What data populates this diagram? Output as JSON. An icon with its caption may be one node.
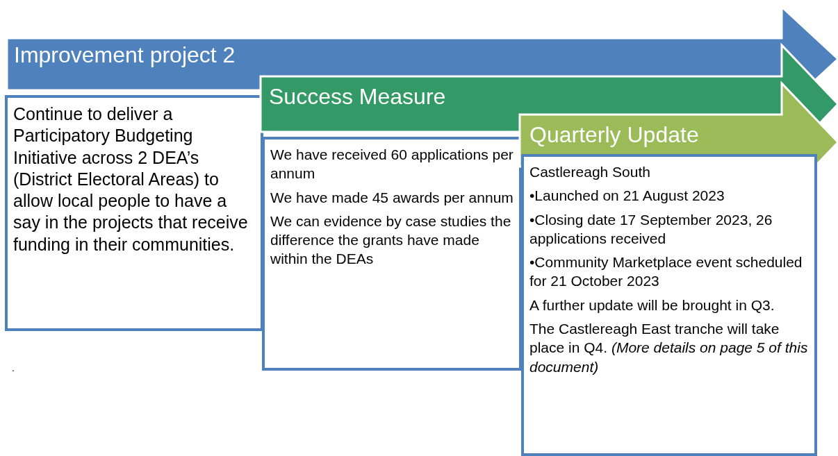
{
  "diagram": {
    "nodes": [
      {
        "text": [
          "Improvement project 2"
        ]
      },
      {
        "text": [
          "Continue to deliver a Participatory Budgeting Initiative across 2 DEA’s (District Electoral Areas) to allow local people to have a say in the projects that receive funding in their communities."
        ]
      },
      {
        "text": [
          "Success Measure"
        ]
      },
      {
        "text": [
          "We have received 60 applications per annum",
          "We have made 45 awards per annum",
          "We can evidence by case studies the difference the grants have made within the DEAs"
        ]
      },
      {
        "text": [
          "Quarterly Update"
        ]
      },
      {
        "text": [
          "Castlereagh South",
          "•Launched on 21 August 2023",
          "•Closing date 17 September 2023, 26 applications received",
          "•Community Marketplace event scheduled for 21 October 2023",
          "A further update will be brought in Q3.",
          "The Castlereagh East tranche will take place in Q4. *(More details on page 5 of this document)*"
        ]
      }
    ],
    "labels": [
      "."
    ]
  }
}
